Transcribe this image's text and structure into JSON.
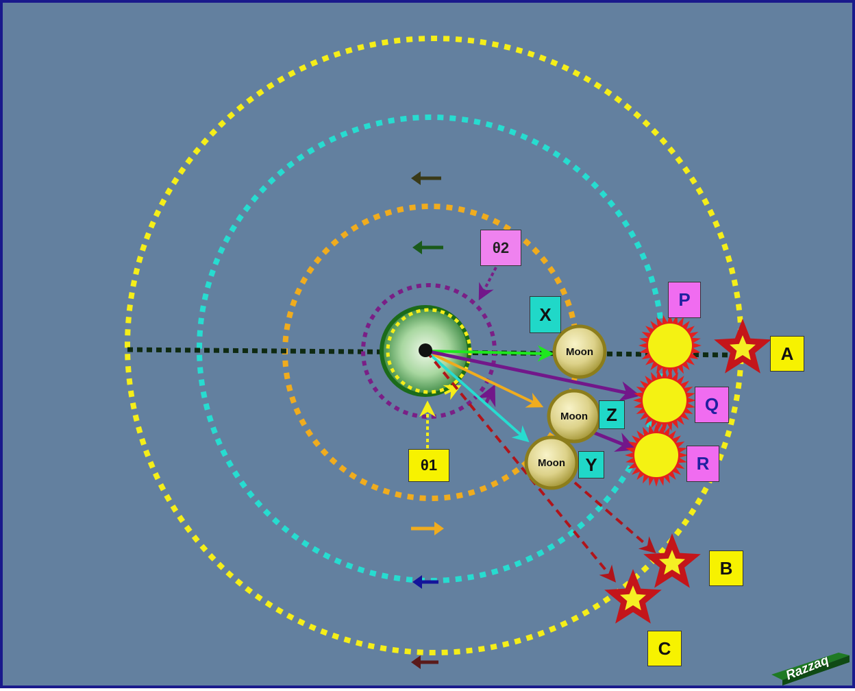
{
  "labels": {
    "a": "A",
    "b": "B",
    "c": "C",
    "p": "P",
    "q": "Q",
    "r": "R",
    "x": "X",
    "y": "Y",
    "z": "Z",
    "theta1": "θ1",
    "theta2": "θ2"
  },
  "moon_label": "Moon",
  "watermark": "Razzaq",
  "colors": {
    "background": "#63809f",
    "border": "#1a1a8c",
    "outer_orbit": "#f5ee19",
    "middle_orbit": "#27dcd0",
    "inner_orbit": "#f0ac1e",
    "small_orbit": "#7a1f86",
    "earth": "#a8d7a0",
    "earth_ring": "#1b6b1a",
    "sun": "#f4f213",
    "sun_rays": "#e3201e",
    "star_fill": "#f5ef24",
    "star_outline": "#c4151a",
    "moon": "#e2d889",
    "moon_ring": "#8c7d1c",
    "arrow_to_x": "#1ee81e",
    "arrow_to_z": "#f0ac1e",
    "arrow_to_y": "#27dcd0",
    "arrow_to_q_r": "#72178a",
    "arrow_to_b_c": "#b0141a"
  },
  "icons": [
    "star-icon",
    "sun-icon",
    "moon-icon",
    "arrow-icon"
  ]
}
